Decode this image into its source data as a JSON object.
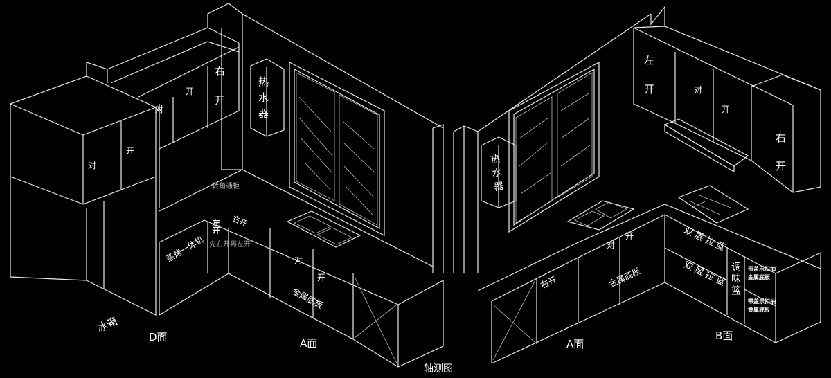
{
  "drawing_title": "轴测图",
  "colors": {
    "background": "#000000",
    "line": "#e8e8e8",
    "note": "#b0b0b0"
  },
  "faces": {
    "d_face": "D面",
    "a_face_left": "A面",
    "a_face_right": "A面",
    "b_face": "B面"
  },
  "appliances": {
    "fridge": "冰箱",
    "water_heater_left": "热水器",
    "water_heater_right": "热水器",
    "steam_oven": "蒸烤一体机"
  },
  "left_section": {
    "fridge_cabinet": [
      "对",
      "开"
    ],
    "upper_cabinets": [
      "对",
      "开",
      "右",
      "开"
    ],
    "corner_cabinet": "转角通柜",
    "left_open": "左开",
    "right_open": "右开",
    "open_order_note": "先右开再左开",
    "base_doors": [
      "对",
      "开"
    ],
    "metal_base": "金属底板"
  },
  "right_section": {
    "upper_cabinets": [
      "左",
      "开",
      "对",
      "开",
      "右",
      "开"
    ],
    "right_open": "右开",
    "base_doors": [
      "对",
      "开"
    ],
    "metal_base": "金属底板",
    "pull_basket_1": "双层拉篮",
    "pull_basket_2": "双层拉篮",
    "spice_basket": "调味篮",
    "drawer_note_1": [
      "带盖乐扣抽",
      "金属底板"
    ],
    "drawer_note_2": [
      "带盖乐扣抽",
      "金属底板"
    ]
  }
}
